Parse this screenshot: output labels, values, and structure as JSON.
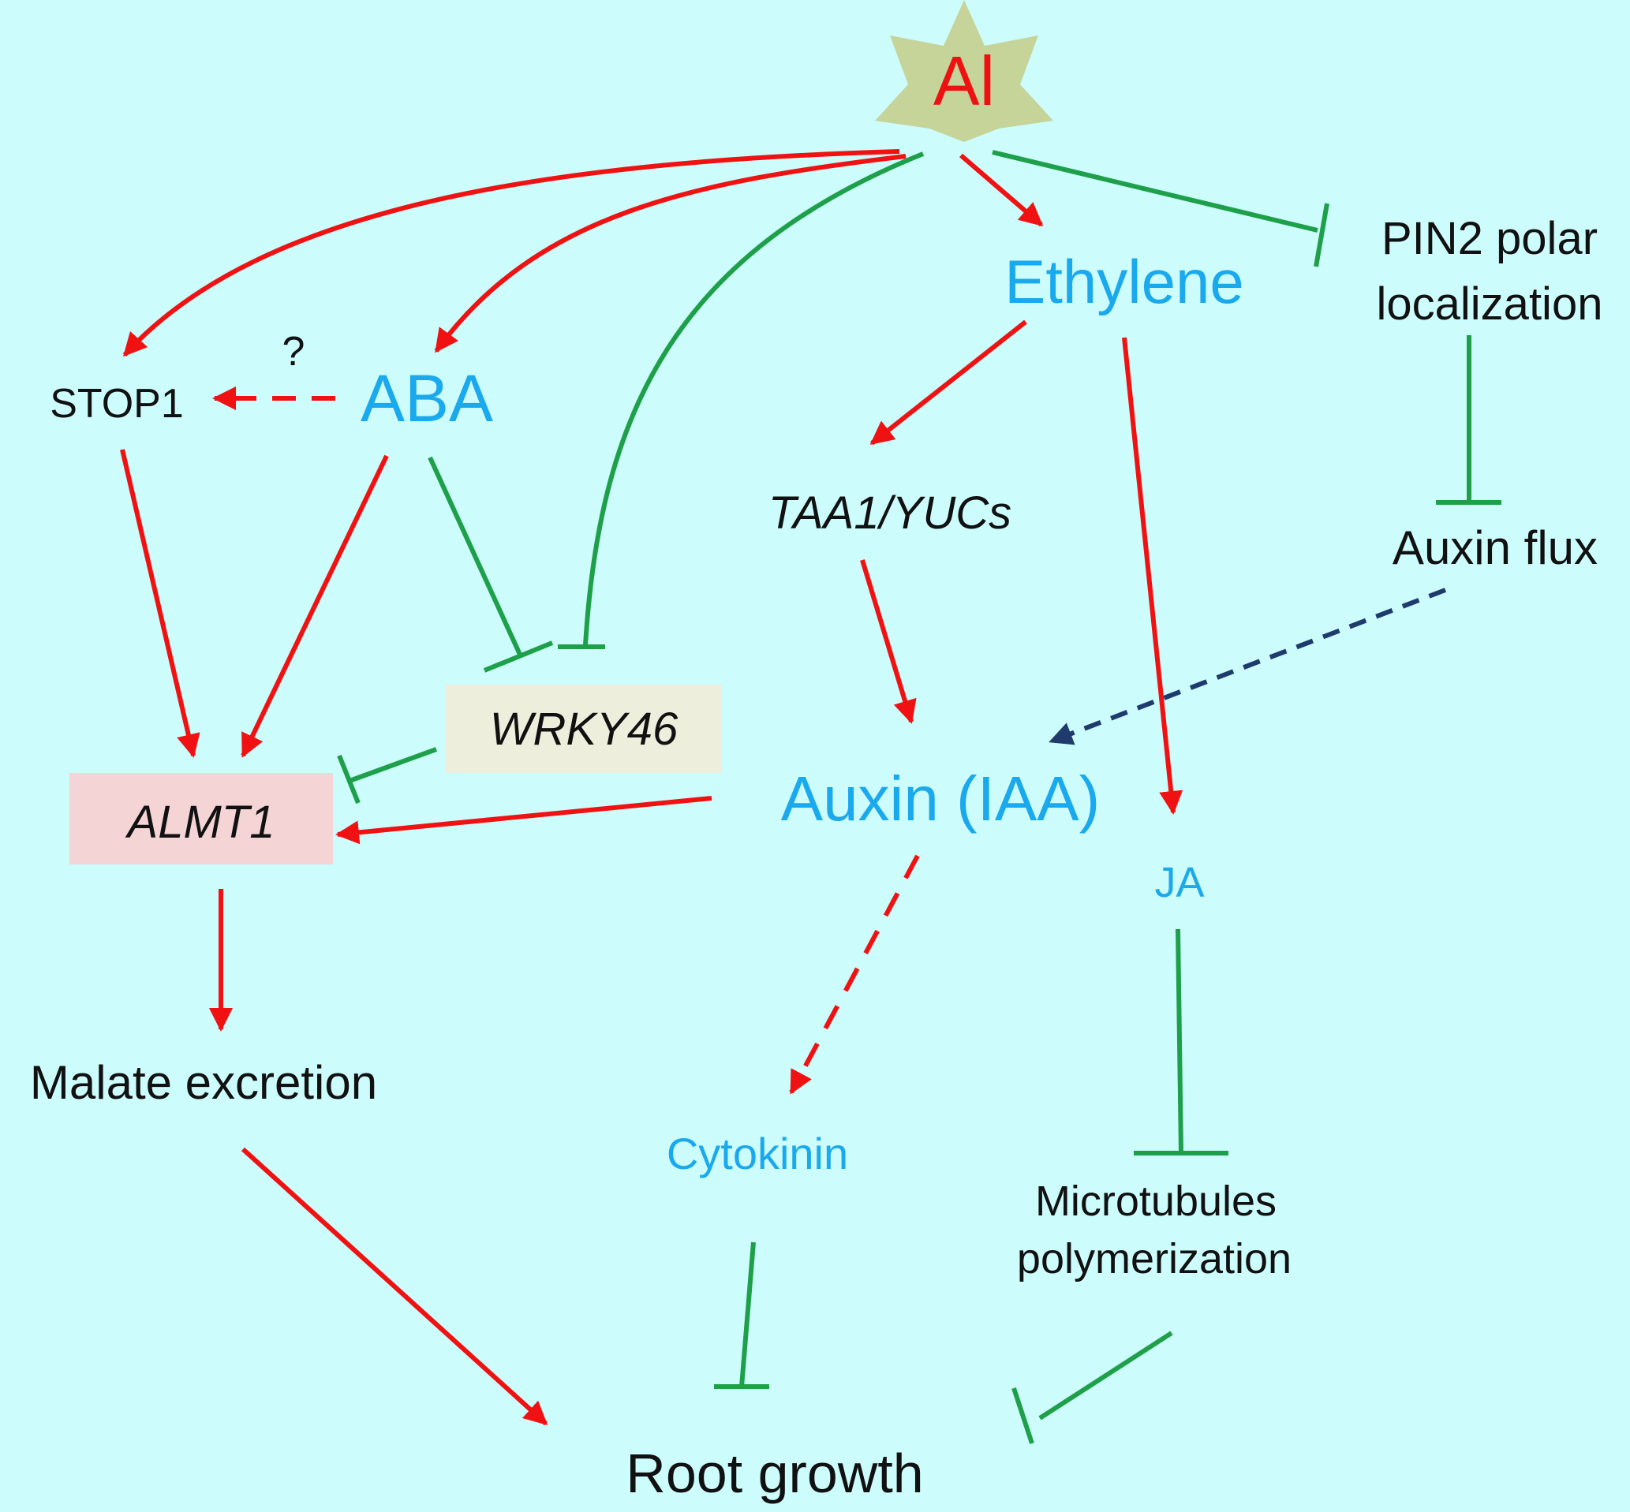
{
  "colors": {
    "background": "#ccfcfc",
    "activation": "#f01212",
    "inhibition": "#1ea04a",
    "auxin_flux_link": "#1f3b6e",
    "hormone_text": "#1ba9ee",
    "gene_text": "#111111",
    "al_text": "#ee1111",
    "al_star": "#c6d49a",
    "almt1_box": "#f4d4d4",
    "wrky46_box": "#eeeedc"
  },
  "nodes": {
    "al": "Al",
    "ethylene": "Ethylene",
    "pin2_line1": "PIN2 polar",
    "pin2_line2": "localization",
    "stop1": "STOP1",
    "aba": "ABA",
    "question_mark": "?",
    "taa1_yucs": "TAA1/YUCs",
    "auxin_flux": "Auxin flux",
    "wrky46": "WRKY46",
    "almt1": "ALMT1",
    "auxin_iaa": "Auxin (IAA)",
    "ja": "JA",
    "malate_excretion": "Malate excretion",
    "cytokinin": "Cytokinin",
    "microtubules_line1": "Microtubules",
    "microtubules_line2": "polymerization",
    "root_growth": "Root growth"
  },
  "edges": [
    {
      "from": "Al",
      "to": "STOP1",
      "effect": "activation"
    },
    {
      "from": "Al",
      "to": "ABA",
      "effect": "activation"
    },
    {
      "from": "Al",
      "to": "WRKY46",
      "effect": "inhibition"
    },
    {
      "from": "Al",
      "to": "Ethylene",
      "effect": "activation"
    },
    {
      "from": "Al",
      "to": "PIN2 polar localization",
      "effect": "inhibition"
    },
    {
      "from": "ABA",
      "to": "STOP1",
      "effect": "activation",
      "style": "dashed"
    },
    {
      "from": "STOP1",
      "to": "ALMT1",
      "effect": "activation"
    },
    {
      "from": "ABA",
      "to": "ALMT1",
      "effect": "activation"
    },
    {
      "from": "ABA",
      "to": "WRKY46",
      "effect": "inhibition"
    },
    {
      "from": "WRKY46",
      "to": "ALMT1",
      "effect": "inhibition"
    },
    {
      "from": "Ethylene",
      "to": "TAA1/YUCs",
      "effect": "activation"
    },
    {
      "from": "Ethylene",
      "to": "JA",
      "effect": "activation"
    },
    {
      "from": "PIN2 polar localization",
      "to": "Auxin flux",
      "effect": "inhibition"
    },
    {
      "from": "Auxin flux",
      "to": "Auxin (IAA)",
      "effect": "activation",
      "style": "dashed"
    },
    {
      "from": "TAA1/YUCs",
      "to": "Auxin (IAA)",
      "effect": "activation"
    },
    {
      "from": "Auxin (IAA)",
      "to": "ALMT1",
      "effect": "activation"
    },
    {
      "from": "ALMT1",
      "to": "Malate excretion",
      "effect": "activation"
    },
    {
      "from": "Auxin (IAA)",
      "to": "Cytokinin",
      "effect": "activation",
      "style": "dashed"
    },
    {
      "from": "JA",
      "to": "Microtubules polymerization",
      "effect": "inhibition"
    },
    {
      "from": "Malate excretion",
      "to": "Root growth",
      "effect": "activation"
    },
    {
      "from": "Cytokinin",
      "to": "Root growth",
      "effect": "inhibition"
    },
    {
      "from": "Microtubules polymerization",
      "to": "Root growth",
      "effect": "inhibition"
    }
  ]
}
